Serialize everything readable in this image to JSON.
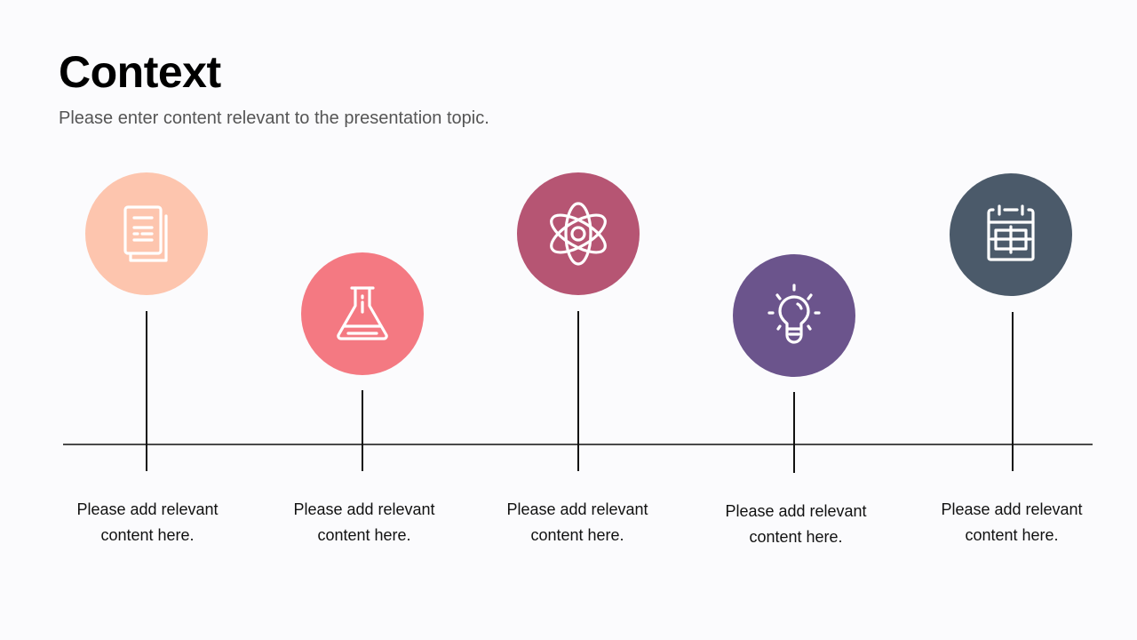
{
  "slide": {
    "title": "Context",
    "subtitle": "Please enter content relevant to the presentation topic."
  },
  "timeline": {
    "items": [
      {
        "icon": "documents-icon",
        "color": "#fdc5ae",
        "label_line1": "Please add relevant",
        "label_line2": "content here."
      },
      {
        "icon": "flask-icon",
        "color": "#f47982",
        "label_line1": "Please add relevant",
        "label_line2": "content here."
      },
      {
        "icon": "atom-icon",
        "color": "#b65573",
        "label_line1": "Please add relevant",
        "label_line2": "content here."
      },
      {
        "icon": "lightbulb-icon",
        "color": "#6b548c",
        "label_line1": "Please add relevant",
        "label_line2": "content here."
      },
      {
        "icon": "calendar-icon",
        "color": "#4b5a6a",
        "label_line1": "Please add relevant",
        "label_line2": "content here."
      }
    ]
  }
}
